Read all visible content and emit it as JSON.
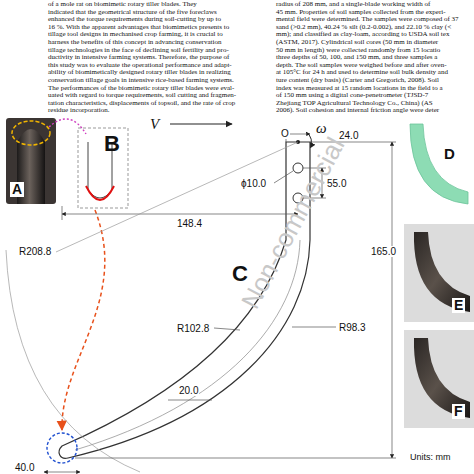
{
  "diagram": {
    "labels": [
      "of a mole rat on biomimetic rotary tiller blades. They",
      "indicated that the geometrical structure of the five foreclaws",
      "enhanced the torque requirements during soil-cutting by up to",
      "16 %. With the apparent advantages that biomimetics presents to",
      "tillage tool designs in mechanised crop farming, it is crucial to",
      "harness the benefits of this concept in advancing conservation",
      "tillage technologies in the face of declining soil fertility and pro-",
      "ductivity in intensive farming systems. Therefore, the purpose of",
      "this study was to evaluate the operational performance and adapt-",
      "ability of biomimetically designed rotary tiller blades in realizing",
      "conservation tillage goals in intensive rice-based farming systems.",
      "The performances of the biomimetic rotary tiller blades were eval-",
      "uated with regard to torque requirements, soil cutting and fragmen-",
      "tation characteristics, displacements of topsoil, and the rate of crop",
      "residue incorporation.",
      "radius of 208 mm, and a single-blade working width of",
      "45 mm. Properties of soil samples collected from the experi-",
      "mental field were determined. The samples were composed of 37",
      "sand (>0.2 mm), 40.24 % silt (0.2-0.002), and 22.10 % clay (<",
      "mm); and classified as clay-loam, according to USDA soil tex",
      "(ASTM, 2017). Cylindrical soil cores (50 mm in diameter",
      "50 mm in length) were collected randomly from 15 locatio",
      "three depths of 50, 100, and 150 mm, and three samples a",
      "depth. The soil samples were weighed before and after oven-",
      "at 105°C for 24 h and used to determine soil bulk density and",
      "ture content (dry basis) (Carter and Gregorich, 2008). Soil",
      "index was measured at 15 random locations in the field to a",
      "of 150 mm using a digital cone-penetrometer (TJSD-7",
      "Zhejiang TOP Agricultural Technology Co., China) (AS",
      "2006). Soil cohesion and internal friction angle were deter",
      "A",
      "B",
      "C",
      "D",
      "E",
      "F",
      "V",
      "O",
      "ω",
      "24.0",
      "ϕ10.0",
      "55.0",
      "148.4",
      "R208.8",
      "R102.8",
      "R98.3",
      "165.0",
      "20.0",
      "40.0",
      "Units: mm",
      "Non-commercial"
    ]
  }
}
